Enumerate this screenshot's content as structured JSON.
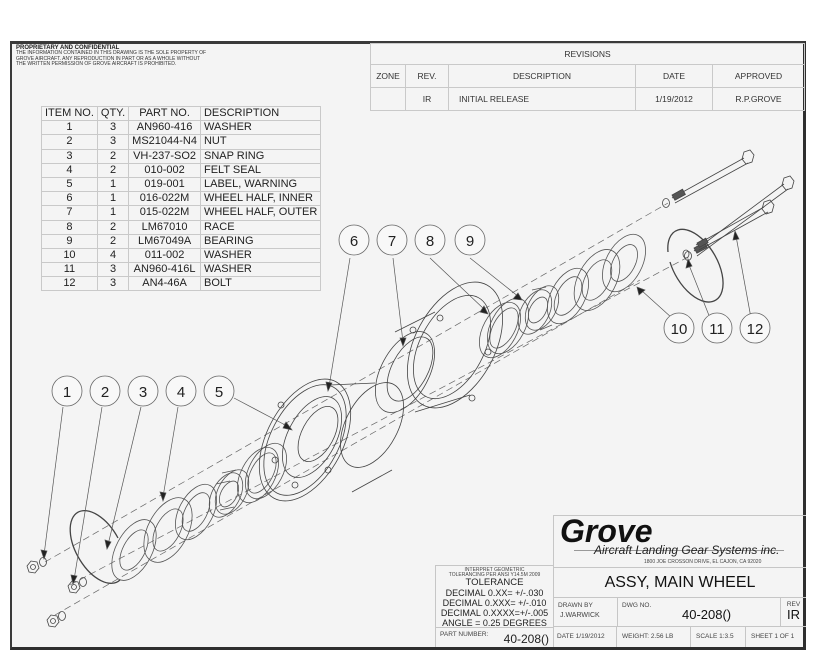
{
  "proprietary": {
    "title": "PROPRIETARY AND CONFIDENTIAL",
    "lines": [
      "THE INFORMATION CONTAINED IN THIS DRAWING IS THE SOLE PROPERTY OF",
      "GROVE AIRCRAFT.  ANY REPRODUCTION IN PART OR AS A WHOLE WITHOUT",
      "THE WRITTEN PERMISSION OF GROVE AIRCRAFT IS PROHIBITED."
    ]
  },
  "revisions": {
    "title": "REVISIONS",
    "headers": [
      "ZONE",
      "REV.",
      "DESCRIPTION",
      "DATE",
      "APPROVED"
    ],
    "rows": [
      {
        "zone": "",
        "rev": "IR",
        "description": "INITIAL RELEASE",
        "date": "1/19/2012",
        "approved": "R.P.GROVE"
      }
    ]
  },
  "bom": {
    "headers": [
      "ITEM NO.",
      "QTY.",
      "PART NO.",
      "DESCRIPTION"
    ],
    "rows": [
      {
        "item": "1",
        "qty": "3",
        "part": "AN960-416",
        "desc": "WASHER"
      },
      {
        "item": "2",
        "qty": "3",
        "part": "MS21044-N4",
        "desc": "NUT"
      },
      {
        "item": "3",
        "qty": "2",
        "part": "VH-237-SO2",
        "desc": "SNAP RING"
      },
      {
        "item": "4",
        "qty": "2",
        "part": "010-002",
        "desc": "FELT SEAL"
      },
      {
        "item": "5",
        "qty": "1",
        "part": "019-001",
        "desc": "LABEL, WARNING"
      },
      {
        "item": "6",
        "qty": "1",
        "part": "016-022M",
        "desc": "WHEEL HALF, INNER"
      },
      {
        "item": "7",
        "qty": "1",
        "part": "015-022M",
        "desc": "WHEEL HALF, OUTER"
      },
      {
        "item": "8",
        "qty": "2",
        "part": "LM67010",
        "desc": "RACE"
      },
      {
        "item": "9",
        "qty": "2",
        "part": "LM67049A",
        "desc": "BEARING"
      },
      {
        "item": "10",
        "qty": "4",
        "part": "011-002",
        "desc": "WASHER"
      },
      {
        "item": "11",
        "qty": "3",
        "part": "AN960-416L",
        "desc": "WASHER"
      },
      {
        "item": "12",
        "qty": "3",
        "part": "AN4-46A",
        "desc": "BOLT"
      }
    ]
  },
  "callouts": [
    "1",
    "2",
    "3",
    "4",
    "5",
    "6",
    "7",
    "8",
    "9",
    "10",
    "11",
    "12"
  ],
  "title_block": {
    "company": "Grove",
    "company_sub": "Aircraft Landing Gear Systems inc.",
    "address": "1800 JOE CROSSON DRIVE, EL CAJON, CA 92020",
    "drawing_title": "ASSY, MAIN WHEEL",
    "tolerance_note_1": "INTERPRET GEOMETRIC",
    "tolerance_note_2": "TOLERANCING PER  ANSI Y14.5M 2009",
    "tolerance_title": "TOLERANCE",
    "tolerance_lines": [
      "DECIMAL 0.XX=  +/-.030",
      "DECIMAL 0.XXX= +/-.010",
      "DECIMAL 0.XXXX=+/-.005",
      "ANGLE = 0.25 DEGREES"
    ],
    "part_number_label": "PART NUMBER:",
    "part_number": "40-208()",
    "drawn_by_label": "DRAWN BY",
    "drawn_by": "J.WARWICK",
    "dwg_no_label": "DWG NO.",
    "dwg_no": "40-208()",
    "rev_label": "REV",
    "rev": "IR",
    "date": "DATE  1/19/2012",
    "weight": "WEIGHT: 2.56 LB",
    "scale": "SCALE  1:3.5",
    "sheet": "SHEET 1 OF 1"
  },
  "colors": {
    "paper": "#f4f4f4",
    "frame": "#2e2e2e",
    "grid_line": "#c9c9c9",
    "ink": "#222222"
  }
}
